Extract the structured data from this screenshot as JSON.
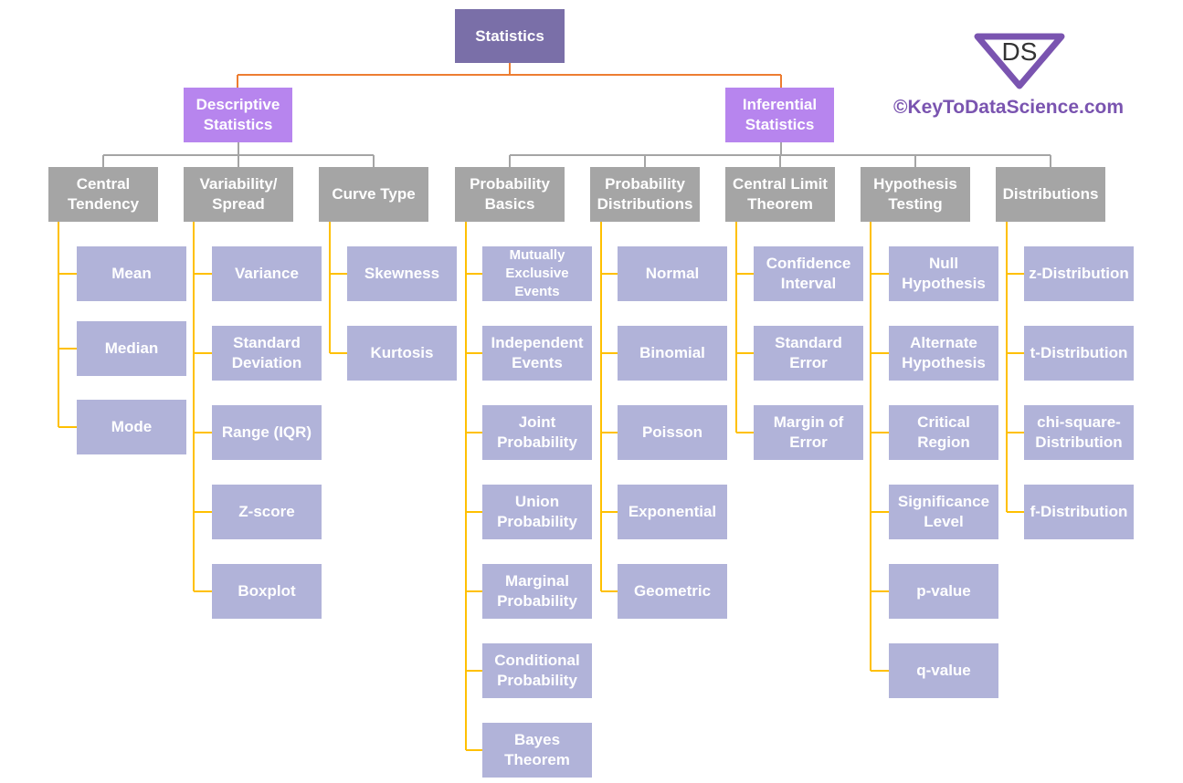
{
  "root": {
    "label": "Statistics"
  },
  "branches": [
    {
      "label": "Descriptive Statistics",
      "categories": [
        {
          "label": "Central Tendency",
          "items": [
            "Mean",
            "Median",
            "Mode"
          ]
        },
        {
          "label": "Variability/ Spread",
          "items": [
            "Variance",
            "Standard Deviation",
            "Range (IQR)",
            "Z-score",
            "Boxplot"
          ]
        },
        {
          "label": "Curve Type",
          "items": [
            "Skewness",
            "Kurtosis"
          ]
        }
      ]
    },
    {
      "label": "Inferential Statistics",
      "categories": [
        {
          "label": "Probability Basics",
          "items": [
            "Mutually Exclusive Events",
            "Independent Events",
            "Joint Probability",
            "Union Probability",
            "Marginal Probability",
            "Conditional Probability",
            "Bayes Theorem"
          ]
        },
        {
          "label": "Probability Distributions",
          "items": [
            "Normal",
            "Binomial",
            "Poisson",
            "Exponential",
            "Geometric"
          ]
        },
        {
          "label": "Central Limit Theorem",
          "items": [
            "Confidence Interval",
            "Standard Error",
            "Margin of Error"
          ]
        },
        {
          "label": "Hypothesis Testing",
          "items": [
            "Null Hypothesis",
            "Alternate Hypothesis",
            "Critical Region",
            "Significance Level",
            "p-value",
            "q-value"
          ]
        },
        {
          "label": "Distributions",
          "items": [
            "z-Distribution",
            "t-Distribution",
            "chi-square-Distribution",
            "f-Distribution"
          ]
        }
      ]
    }
  ],
  "brand": {
    "logo_text": "DS",
    "copyright": "©KeyToDataScience.com"
  },
  "colors": {
    "root": "#7a6fa8",
    "level1": "#b785ee",
    "category": "#a5a5a5",
    "leaf": "#b1b3d9",
    "root_connector": "#ed7d31",
    "category_connector": "#a5a5a5",
    "leaf_connector": "#ffc000",
    "brand_text": "#7a54b0"
  }
}
